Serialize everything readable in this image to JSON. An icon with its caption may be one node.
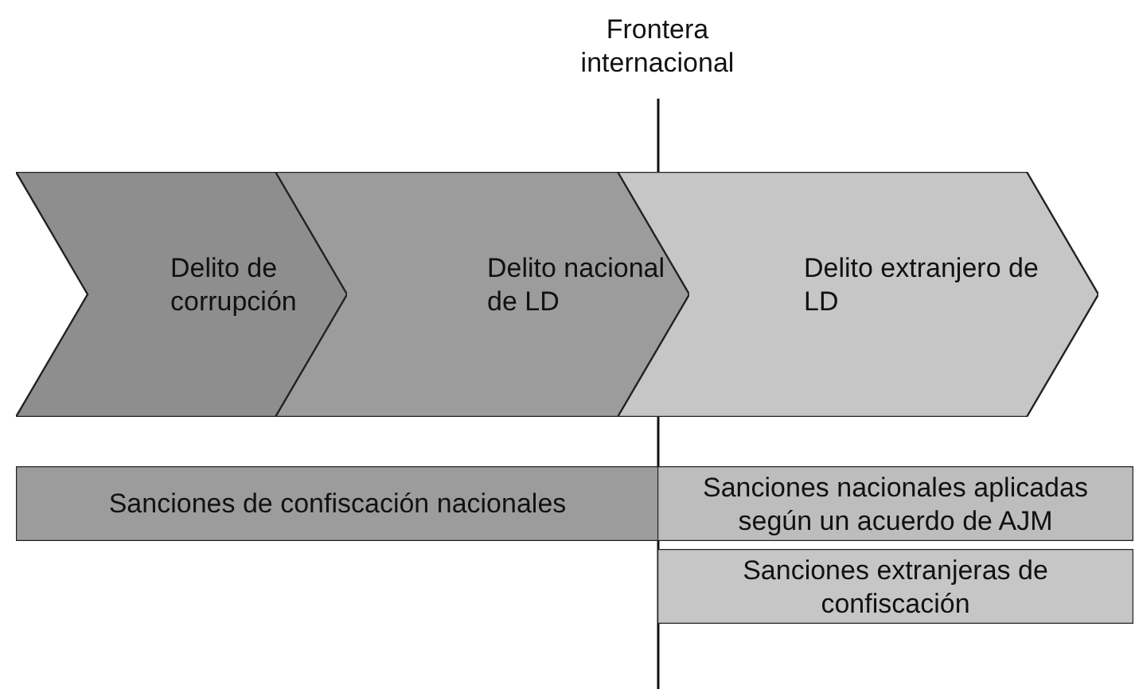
{
  "diagram": {
    "nodes": [
      {
        "text": [
          "Delito de corrupción"
        ]
      },
      {
        "text": [
          "Delito nacional de LD"
        ]
      },
      {
        "text": [
          "Delito extranjero de LD"
        ]
      },
      {
        "text": [
          "Sanciones de confiscación nacionales"
        ]
      },
      {
        "text": [
          "Sanciones nacionales aplicadas según un acuerdo de AJM"
        ]
      },
      {
        "text": [
          "Sanciones extranjeras de confiscación"
        ]
      }
    ],
    "edges": [],
    "labels": [
      "Frontera internacional"
    ]
  }
}
